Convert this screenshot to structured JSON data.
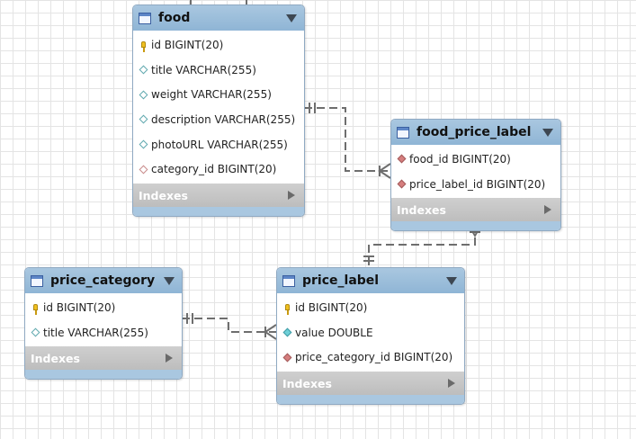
{
  "tables": {
    "food": {
      "name": "food",
      "columns": [
        {
          "text": "id BIGINT(20)",
          "icon": "primary-key-icon"
        },
        {
          "text": "title VARCHAR(255)",
          "icon": "column-diamond-icon"
        },
        {
          "text": "weight VARCHAR(255)",
          "icon": "column-diamond-icon"
        },
        {
          "text": "description VARCHAR(255)",
          "icon": "column-diamond-icon"
        },
        {
          "text": "photoURL VARCHAR(255)",
          "icon": "column-diamond-icon"
        },
        {
          "text": "category_id BIGINT(20)",
          "icon": "foreign-key-diamond-icon"
        }
      ],
      "footer": "Indexes"
    },
    "food_price_label": {
      "name": "food_price_label",
      "columns": [
        {
          "text": "food_id BIGINT(20)",
          "icon": "foreign-key-diamond-icon"
        },
        {
          "text": "price_label_id BIGINT(20)",
          "icon": "foreign-key-diamond-icon"
        }
      ],
      "footer": "Indexes"
    },
    "price_category": {
      "name": "price_category",
      "columns": [
        {
          "text": "id BIGINT(20)",
          "icon": "primary-key-icon"
        },
        {
          "text": "title VARCHAR(255)",
          "icon": "column-diamond-icon"
        }
      ],
      "footer": "Indexes"
    },
    "price_label": {
      "name": "price_label",
      "columns": [
        {
          "text": "id BIGINT(20)",
          "icon": "primary-key-icon"
        },
        {
          "text": "value DOUBLE",
          "icon": "not-null-column-diamond-icon"
        },
        {
          "text": "price_category_id BIGINT(20)",
          "icon": "foreign-key-diamond-icon"
        }
      ],
      "footer": "Indexes"
    }
  },
  "colors": {
    "header": "#a9c7e0",
    "footer": "#c4c4c4",
    "connector": "#6e6e6e",
    "grid": "#e4e4e4"
  }
}
